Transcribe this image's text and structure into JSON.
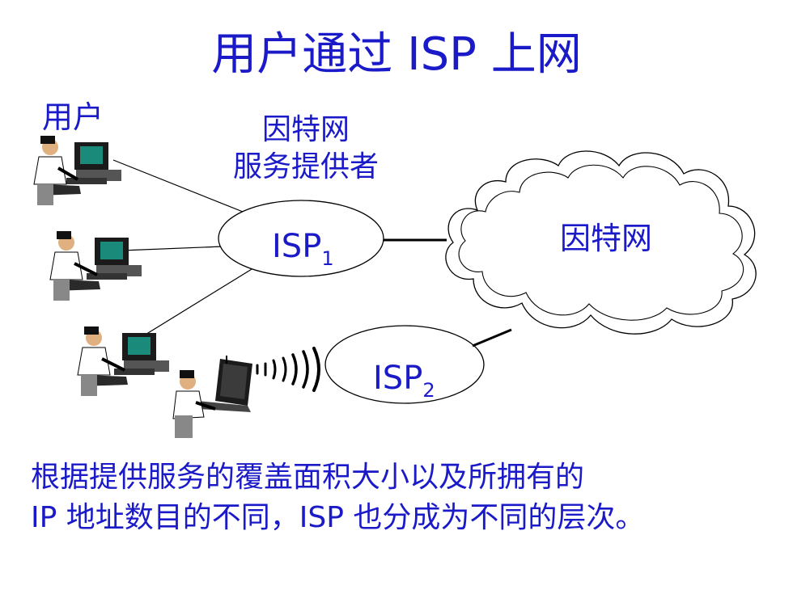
{
  "title": "用户通过 ISP 上网",
  "user_label": "用户",
  "isp_desc_line1": "因特网",
  "isp_desc_line2": "服务提供者",
  "isp1_base": "ISP",
  "isp1_sub": "1",
  "isp2_base": "ISP",
  "isp2_sub": "2",
  "cloud_label": "因特网",
  "bottom_line1": "根据提供服务的覆盖面积大小以及所拥有的",
  "bottom_line2": "IP 地址数目的不同，ISP 也分成为不同的层次。",
  "colors": {
    "text": "#1a1ac8",
    "line": "#000000"
  }
}
